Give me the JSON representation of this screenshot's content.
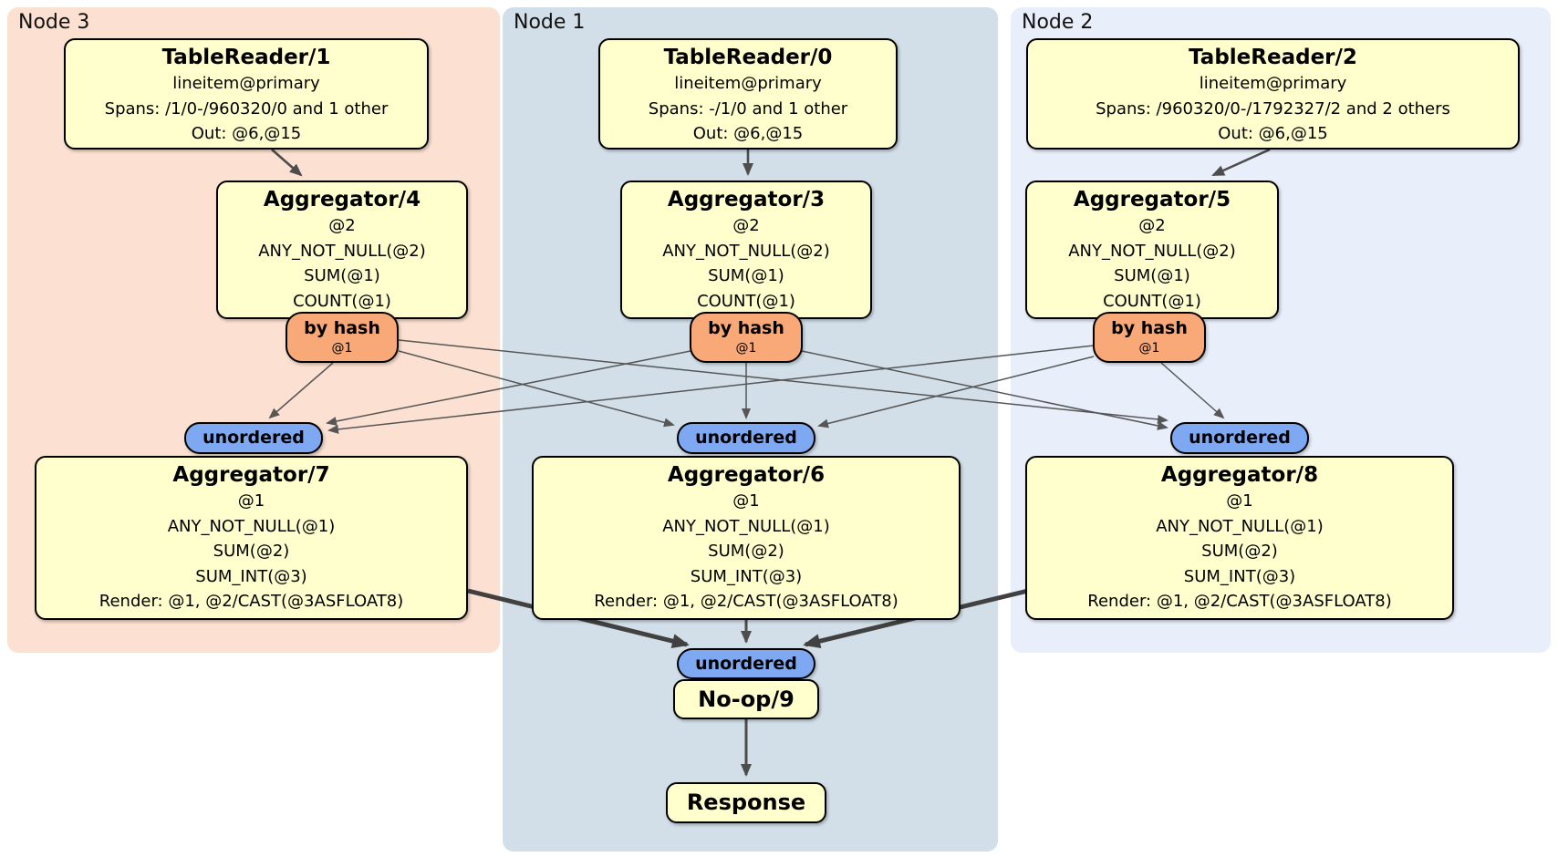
{
  "regions": [
    {
      "label": "Node 3"
    },
    {
      "label": "Node 1"
    },
    {
      "label": "Node 2"
    }
  ],
  "table_readers": [
    {
      "title": "TableReader/1",
      "table": "lineitem@primary",
      "spans": "Spans: /1/0-/960320/0 and 1 other",
      "out": "Out: @6,@15"
    },
    {
      "title": "TableReader/0",
      "table": "lineitem@primary",
      "spans": "Spans: -/1/0 and 1 other",
      "out": "Out: @6,@15"
    },
    {
      "title": "TableReader/2",
      "table": "lineitem@primary",
      "spans": "Spans: /960320/0-/1792327/2 and 2 others",
      "out": "Out: @6,@15"
    }
  ],
  "hash_aggregators": [
    {
      "title": "Aggregator/4",
      "group_cols": "@2",
      "agg1": "ANY_NOT_NULL(@2)",
      "agg2": "SUM(@1)",
      "agg3": "COUNT(@1)"
    },
    {
      "title": "Aggregator/3",
      "group_cols": "@2",
      "agg1": "ANY_NOT_NULL(@2)",
      "agg2": "SUM(@1)",
      "agg3": "COUNT(@1)"
    },
    {
      "title": "Aggregator/5",
      "group_cols": "@2",
      "agg1": "ANY_NOT_NULL(@2)",
      "agg2": "SUM(@1)",
      "agg3": "COUNT(@1)"
    }
  ],
  "routers": [
    {
      "label": "by hash",
      "cols": "@1"
    },
    {
      "label": "by hash",
      "cols": "@1"
    },
    {
      "label": "by hash",
      "cols": "@1"
    }
  ],
  "merge_syncs": [
    {
      "label": "unordered"
    },
    {
      "label": "unordered"
    },
    {
      "label": "unordered"
    },
    {
      "label": "unordered"
    }
  ],
  "final_aggregators": [
    {
      "title": "Aggregator/7",
      "group_cols": "@1",
      "agg1": "ANY_NOT_NULL(@1)",
      "agg2": "SUM(@2)",
      "agg3": "SUM_INT(@3)",
      "render": "Render: @1, @2/CAST(@3ASFLOAT8)"
    },
    {
      "title": "Aggregator/6",
      "group_cols": "@1",
      "agg1": "ANY_NOT_NULL(@1)",
      "agg2": "SUM(@2)",
      "agg3": "SUM_INT(@3)",
      "render": "Render: @1, @2/CAST(@3ASFLOAT8)"
    },
    {
      "title": "Aggregator/8",
      "group_cols": "@1",
      "agg1": "ANY_NOT_NULL(@1)",
      "agg2": "SUM(@2)",
      "agg3": "SUM_INT(@3)",
      "render": "Render: @1, @2/CAST(@3ASFLOAT8)"
    }
  ],
  "noop": {
    "title": "No-op/9"
  },
  "response": {
    "title": "Response"
  },
  "colors": {
    "node3_bg": "#FCE0D1",
    "node1_bg": "#D2DFE9",
    "node2_bg": "#E9EFFA",
    "processor_fill": "#FFFFCE",
    "router_fill": "#F9A878",
    "sync_fill": "#7EA8F1",
    "border": "#000000",
    "edge_thin": "#565656",
    "edge_thick": "#414141"
  }
}
